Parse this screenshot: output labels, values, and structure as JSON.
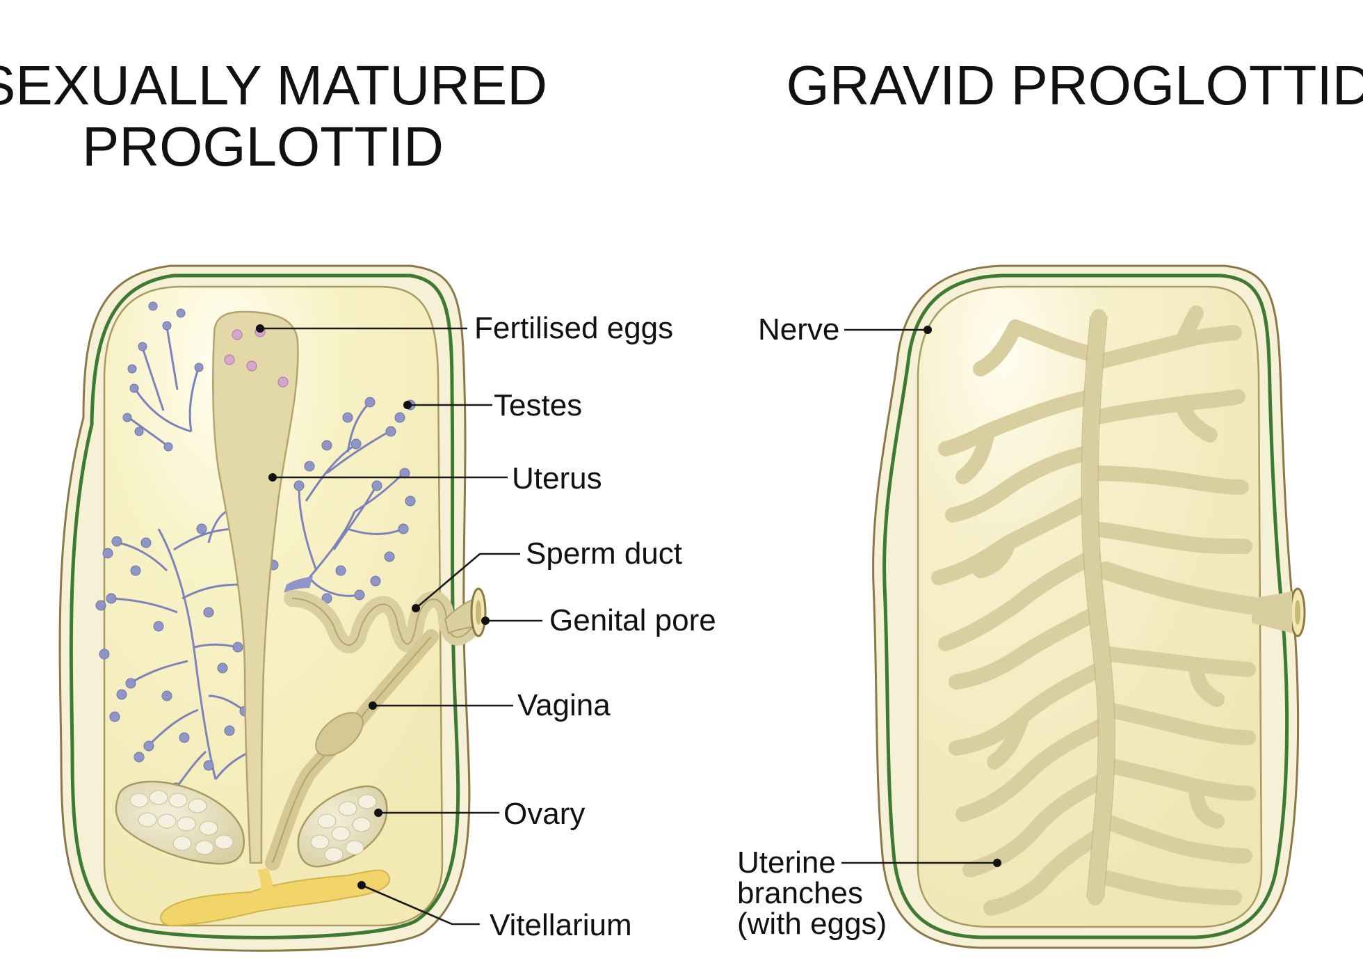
{
  "left_diagram": {
    "title_line1": "SEXUALLY MATURED",
    "title_line2": "PROGLOTTID",
    "labels": {
      "fertilised_eggs": "Fertilised eggs",
      "testes": "Testes",
      "uterus": "Uterus",
      "sperm_duct": "Sperm duct",
      "genital_pore": "Genital pore",
      "vagina": "Vagina",
      "ovary": "Ovary",
      "vitellarium": "Vitellarium"
    }
  },
  "right_diagram": {
    "title": "GRAVID PROGLOTTID",
    "labels": {
      "nerve": "Nerve",
      "uterine_line1": "Uterine",
      "uterine_line2": "branches",
      "uterine_line3": "(with eggs)"
    }
  },
  "colors": {
    "outer_body": "#f6f1d6",
    "outer_outline": "#8a7848",
    "nerve_band": "#3f7a35",
    "inner_body": "#f7f1c3",
    "organ": "#d9cfa0",
    "organ_outline": "#a99a62",
    "testes": "#8f95c7",
    "egg": "#d7a6cc",
    "vitellarium": "#f1d56b"
  }
}
